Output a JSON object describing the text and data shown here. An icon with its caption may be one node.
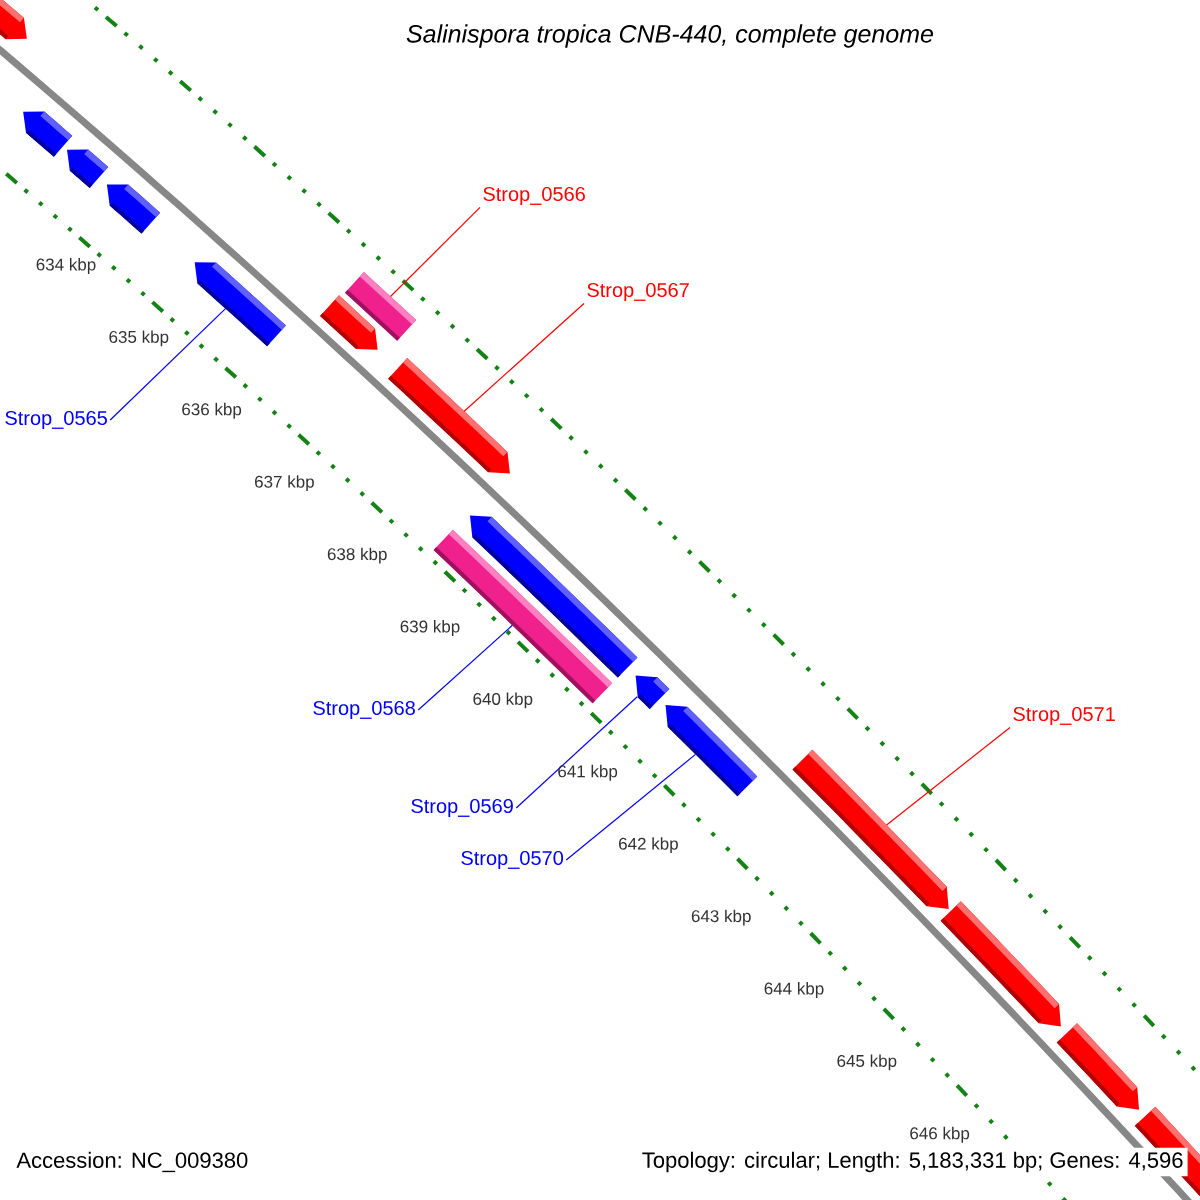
{
  "diagram": {
    "title": "Salinispora tropica CNB-440, complete genome",
    "nodes": [
      {
        "text": [
          "Strop_0566"
        ]
      },
      {
        "text": [],
        "shape": "box"
      },
      {
        "text": [
          "Strop_0567"
        ]
      },
      {
        "text": [],
        "shape": "arrow"
      },
      {
        "text": [
          "Strop_0565"
        ]
      },
      {
        "text": [],
        "shape": "arrow"
      },
      {
        "text": [
          "Strop_0571"
        ]
      },
      {
        "text": [],
        "shape": "arrow"
      },
      {
        "text": [
          "Strop_0568"
        ]
      },
      {
        "text": [],
        "shape": "box"
      },
      {
        "text": [
          "Strop_0569"
        ]
      },
      {
        "text": [],
        "shape": "arrow"
      },
      {
        "text": [
          "Strop_0570"
        ]
      },
      {
        "text": [],
        "shape": "arrow"
      },
      {
        "text": [],
        "shape": "arrow"
      },
      {
        "text": [],
        "shape": "arrow"
      },
      {
        "text": [],
        "shape": "arrow"
      },
      {
        "text": [],
        "shape": "arrow"
      },
      {
        "text": [],
        "shape": "arrow"
      },
      {
        "text": [],
        "shape": "arrow"
      },
      {
        "text": [],
        "shape": "arrow"
      },
      {
        "text": [],
        "shape": "arrow"
      },
      {
        "text": [],
        "shape": "arrow"
      }
    ],
    "edges": [
      {
        "from": 0,
        "to": 1,
        "arrow": "none",
        "color": "#ff0000"
      },
      {
        "from": 2,
        "to": 3,
        "arrow": "none",
        "color": "#ff0000"
      },
      {
        "from": 4,
        "to": 5,
        "arrow": "none"
      },
      {
        "from": 6,
        "to": 7,
        "arrow": "none",
        "color": "#ff0000"
      },
      {
        "from": 8,
        "to": 9,
        "arrow": "none"
      },
      {
        "from": 10,
        "to": 11,
        "arrow": "none"
      },
      {
        "from": 12,
        "to": 13,
        "arrow": "none"
      }
    ],
    "labels": [
      "634 kbp",
      "635 kbp",
      "636 kbp",
      "637 kbp",
      "638 kbp",
      "639 kbp",
      "640 kbp",
      "641 kbp",
      "642 kbp",
      "643 kbp",
      "644 kbp",
      "645 kbp",
      "646 kbp",
      "Accession: NC_009380",
      "Topology: circular; Length: 5,183,331 bp; Genes: 4,596"
    ]
  }
}
